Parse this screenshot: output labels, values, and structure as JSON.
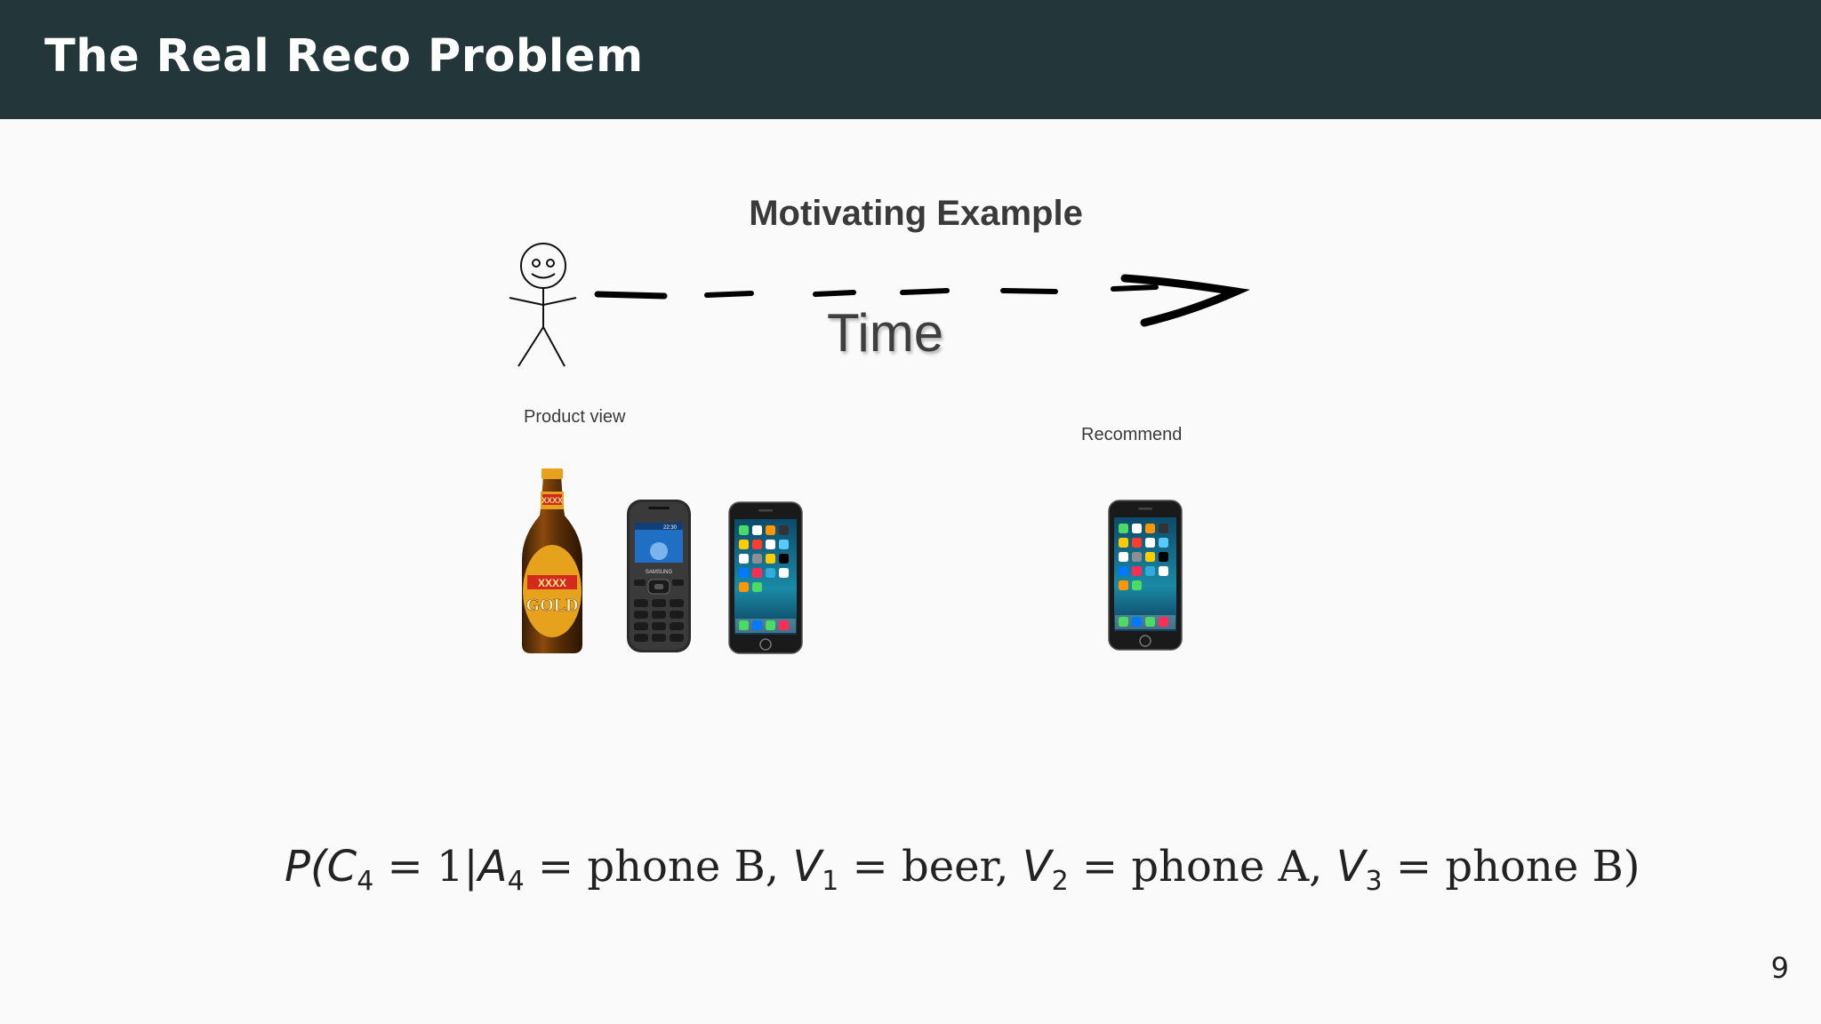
{
  "slide": {
    "title": "The Real Reco Problem",
    "page_number": "9"
  },
  "figure": {
    "title": "Motivating Example",
    "time_label": "Time",
    "product_view_label": "Product view",
    "recommend_label": "Recommend",
    "items": {
      "beer": {
        "brand": "XXXX",
        "label": "GOLD"
      },
      "phone_a": {
        "brand": "SAMSUNG",
        "clock": "22:30"
      }
    }
  },
  "formula": {
    "p": "P(",
    "c": "C",
    "c_sub": "4",
    "eq1": " = 1|",
    "a": "A",
    "a_sub": "4",
    "a_val": " = phone B, ",
    "v1": "V",
    "v1_sub": "1",
    "v1_val": " = beer, ",
    "v2": "V",
    "v2_sub": "2",
    "v2_val": " = phone A, ",
    "v3": "V",
    "v3_sub": "3",
    "v3_val": " = phone B)"
  },
  "colors": {
    "header": "#23373b",
    "beer_gold": "#e6a21c",
    "beer_red": "#d22a1e"
  }
}
